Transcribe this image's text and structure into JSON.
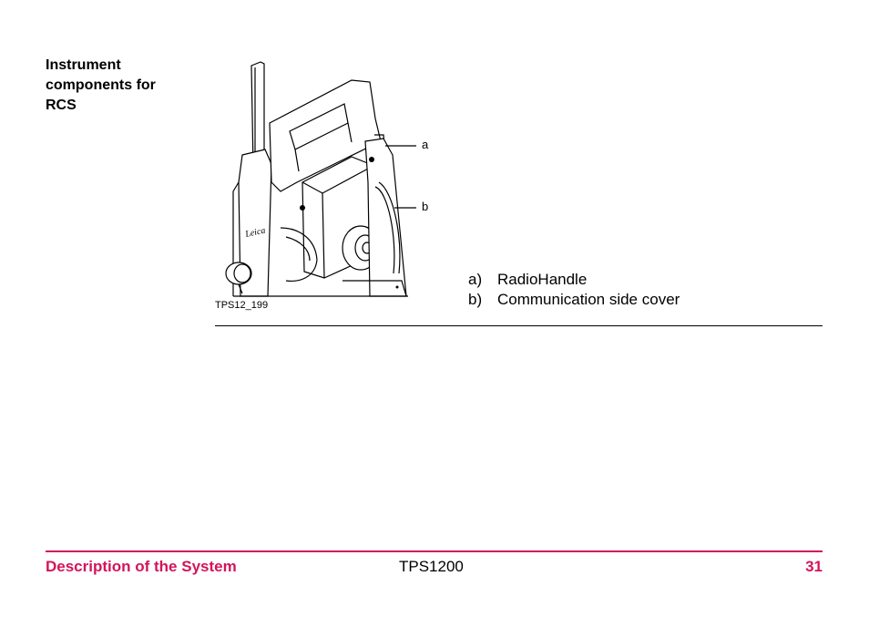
{
  "section": {
    "heading_lines": [
      "Instrument",
      "components for",
      "RCS"
    ]
  },
  "figure": {
    "id_label": "TPS12_199",
    "callouts": [
      "a",
      "b"
    ],
    "brand_mark": "Leica"
  },
  "legend": [
    {
      "key": "a)",
      "text": "RadioHandle"
    },
    {
      "key": "b)",
      "text": "Communication side cover"
    }
  ],
  "footer": {
    "chapter": "Description of the System",
    "product": "TPS1200",
    "page": "31"
  },
  "colors": {
    "accent": "#d4145a"
  }
}
